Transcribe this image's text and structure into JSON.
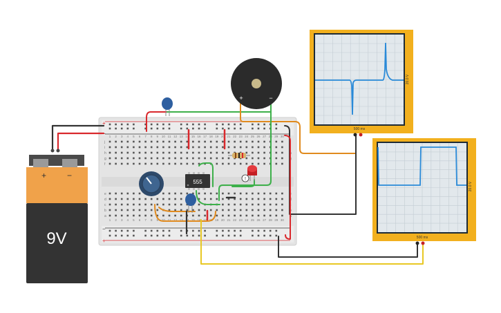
{
  "battery": {
    "label": "9V",
    "plus": "+",
    "minus": "−"
  },
  "chip": {
    "label": "555"
  },
  "buzzer": {
    "plus": "+",
    "minus": "−"
  },
  "scope_top": {
    "time_label": "500 ms",
    "volt_label": "20.0 V"
  },
  "scope_bottom": {
    "time_label": "500 ms",
    "volt_label": "20.0 V"
  },
  "breadboard": {
    "row_letters_top": [
      "j",
      "i",
      "h",
      "g",
      "f"
    ],
    "row_letters_bottom": [
      "e",
      "d",
      "c",
      "b",
      "a"
    ],
    "column_numbers": [
      "1",
      "2",
      "3",
      "4",
      "5",
      "6",
      "7",
      "8",
      "9",
      "10",
      "11",
      "12",
      "13",
      "14",
      "15",
      "16",
      "17",
      "18",
      "19",
      "20",
      "21",
      "22",
      "23",
      "24",
      "25",
      "26",
      "27",
      "28",
      "29",
      "30"
    ],
    "rail_plus": "+",
    "rail_minus": "−"
  },
  "colors": {
    "wire_red": "#d9282c",
    "wire_black": "#333333",
    "wire_green": "#3db04a",
    "wire_orange": "#e08a1e",
    "wire_yellow": "#e8c824",
    "scope_frame": "#f2b01e",
    "trace": "#2a8ad8",
    "capacitor": "#2e5fa0"
  }
}
